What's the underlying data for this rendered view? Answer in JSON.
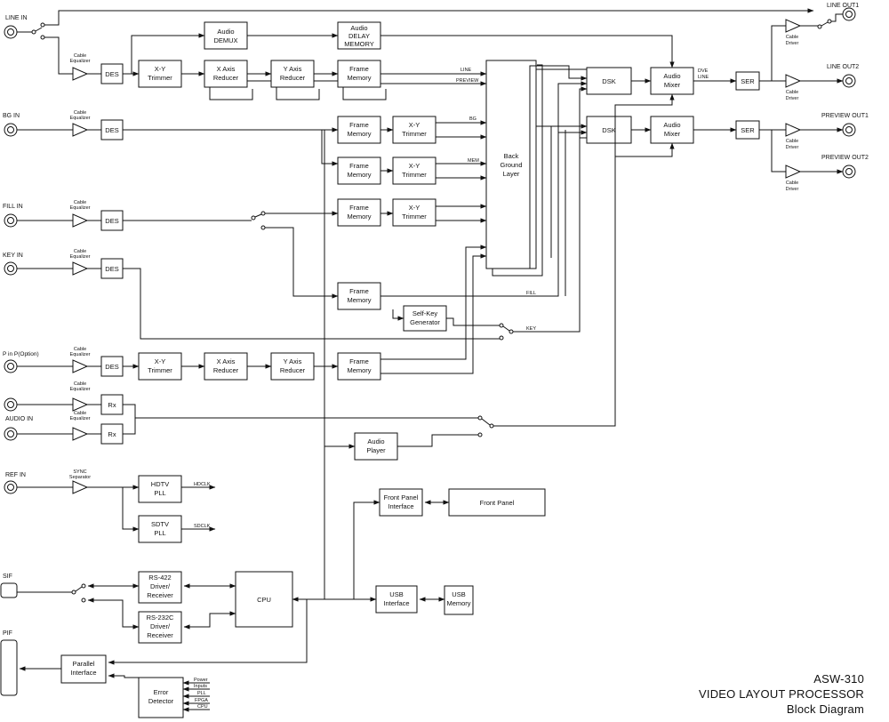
{
  "diagram": {
    "model": "ASW-310",
    "product": "VIDEO LAYOUT PROCESSOR",
    "subtitle": "Block Diagram"
  },
  "inputs": {
    "line_in": "LINE IN",
    "bg_in": "BG IN",
    "fill_in": "FILL IN",
    "key_in": "KEY IN",
    "pinp_in": "P in P(Option)",
    "audio_in": "AUDIO IN",
    "ref_in": "REF IN",
    "sif": "SIF",
    "pif": "PIF"
  },
  "outputs": {
    "line_out1": "LINE OUT1",
    "line_out2": "LINE OUT2",
    "preview_out1": "PREVIEW OUT1",
    "preview_out2": "PREVIEW OUT2"
  },
  "blocks": {
    "cable_equalizer_1": "Cable",
    "cable_equalizer_2": "Equalizer",
    "cable_driver_1": "Cable",
    "cable_driver_2": "Driver",
    "sync_separator_1": "SYNC",
    "sync_separator_2": "Separator",
    "des": "DES",
    "rx": "Rx",
    "xy_trimmer_1": "X-Y",
    "xy_trimmer_2": "Trimmer",
    "x_axis_reducer_1": "X Axis",
    "x_axis_reducer_2": "Reducer",
    "y_axis_reducer_1": "Y Axis",
    "y_axis_reducer_2": "Reducer",
    "frame_memory_1": "Frame",
    "frame_memory_2": "Memory",
    "audio_demux_1": "Audio",
    "audio_demux_2": "DEMUX",
    "audio_delay_1": "Audio",
    "audio_delay_2": "DELAY",
    "audio_delay_3": "MEMORY",
    "background_layer_1": "Back",
    "background_layer_2": "Ground",
    "background_layer_3": "Layer",
    "dsk": "DSK",
    "audio_mixer_1": "Audio",
    "audio_mixer_2": "Mixer",
    "ser": "SER",
    "self_key_1": "Self-Key",
    "self_key_2": "Generator",
    "audio_player_1": "Audio",
    "audio_player_2": "Player",
    "hdtv_pll_1": "HDTV",
    "hdtv_pll_2": "PLL",
    "sdtv_pll_1": "SDTV",
    "sdtv_pll_2": "PLL",
    "front_panel_if_1": "Front Panel",
    "front_panel_if_2": "Interface",
    "front_panel": "Front Panel",
    "rs422_1": "RS-422",
    "rs422_2": "Driver/",
    "rs422_3": "Receiver",
    "rs232_1": "RS-232C",
    "rs232_2": "Driver/",
    "rs232_3": "Receiver",
    "cpu": "CPU",
    "usb_if_1": "USB",
    "usb_if_2": "Interface",
    "usb_memory_1": "USB",
    "usb_memory_2": "Memory",
    "parallel_if_1": "Parallel",
    "parallel_if_2": "Interface",
    "error_detector_1": "Error",
    "error_detector_2": "Detector"
  },
  "signals": {
    "line": "LINE",
    "preview": "PREVIEW",
    "bg": "BG",
    "mem": "MEM",
    "fill": "FILL",
    "key": "KEY",
    "dve_1": "DVE",
    "dve_2": "LINE",
    "hdclk": "HDCLK",
    "sdclk": "SDCLK",
    "power": "Power",
    "inputs": "Inputs",
    "pll": "PLL",
    "fpga": "FPGA",
    "cpu": "CPU"
  }
}
